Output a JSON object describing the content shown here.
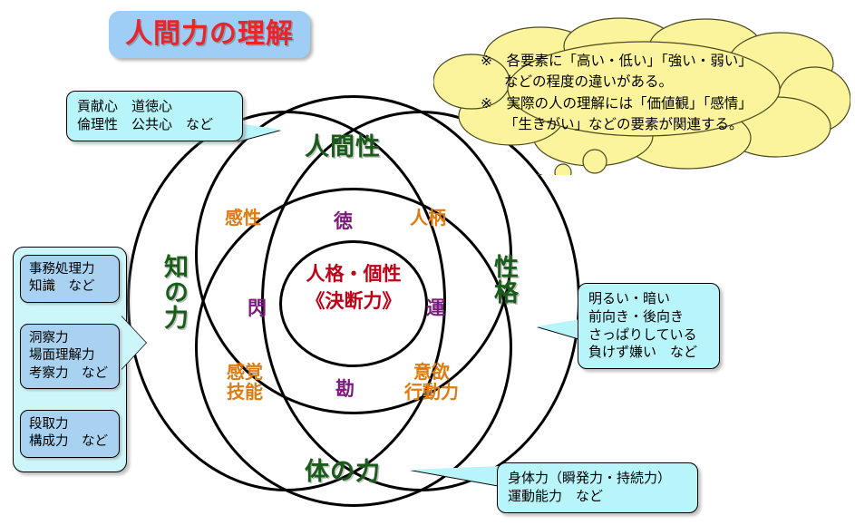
{
  "title": {
    "text": "人間力の理解",
    "color": "#e8252a",
    "background": "#9ecdf5"
  },
  "venn": {
    "outer_labels": {
      "top": "人間性",
      "left": "知の力",
      "right": "性格",
      "bottom": "体の力",
      "color": "#1a5c1a"
    },
    "pair_overlaps": {
      "color": "#e07b10",
      "top_left": "感性",
      "top_right": "人柄",
      "bottom_left_line1": "感覚",
      "bottom_left_line2": "技能",
      "bottom_right_line1": "意欲",
      "bottom_right_line2": "行動力"
    },
    "triple_overlaps": {
      "color": "#7d1a7d",
      "top": "徳",
      "left": "閃",
      "right": "運",
      "bottom": "勘"
    },
    "center": {
      "color": "#c00016",
      "line1": "人格・個性",
      "line2": "《決断力》"
    }
  },
  "callouts": {
    "top_left": {
      "line1": "貢献心　道徳心",
      "line2": "倫理性　公共心　など"
    },
    "right": {
      "line1": "明るい・暗い",
      "line2": "前向き・後向き",
      "line3": "さっぱりしている",
      "line4": "負けず嫌い　など"
    },
    "bottom": {
      "line1": "身体力（瞬発力・持続力）",
      "line2": "運動能力　など"
    }
  },
  "left_panel": {
    "background": "#cdf6fa",
    "cards": [
      {
        "line1": "事務処理力",
        "line2": "知識　など"
      },
      {
        "line1": "洞察力",
        "line2": "場面理解力",
        "line3": "考察力　など"
      },
      {
        "line1": "段取力",
        "line2": "構成力　など"
      }
    ]
  },
  "cloud": {
    "background": "#fbf49c",
    "line1": "※　各要素に「高い・低い」「強い・弱い」",
    "line2": "などの程度の違いがある。",
    "line3": "※　実際の人の理解には「価値観」「感情」",
    "line4": "「生きがい」などの要素が関連する。"
  }
}
